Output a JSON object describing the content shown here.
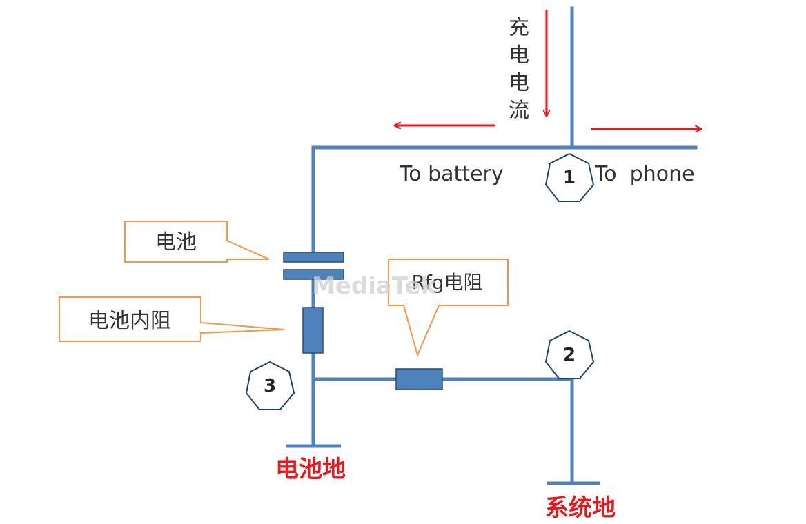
{
  "labels": {
    "charge_current": [
      "充",
      "电",
      "电",
      "流"
    ],
    "to_battery": "To battery",
    "to_phone": "To  phone",
    "battery": "电池",
    "battery_internal_resistance": "电池内阻",
    "rfg_resistor": "Rfg电阻",
    "battery_ground": "电池地",
    "system_ground": "系统地",
    "watermark": "MediaTek"
  },
  "nodes": {
    "n1": "1",
    "n2": "2",
    "n3": "3"
  },
  "colors": {
    "wire": "#4f81bd",
    "component_fill": "#4f81bd",
    "component_stroke": "#2c4d75",
    "arrow": "#e8181c",
    "callout_border": "#f79646",
    "node_stroke": "#1f3f6e",
    "ground_label": "#e8181c"
  }
}
